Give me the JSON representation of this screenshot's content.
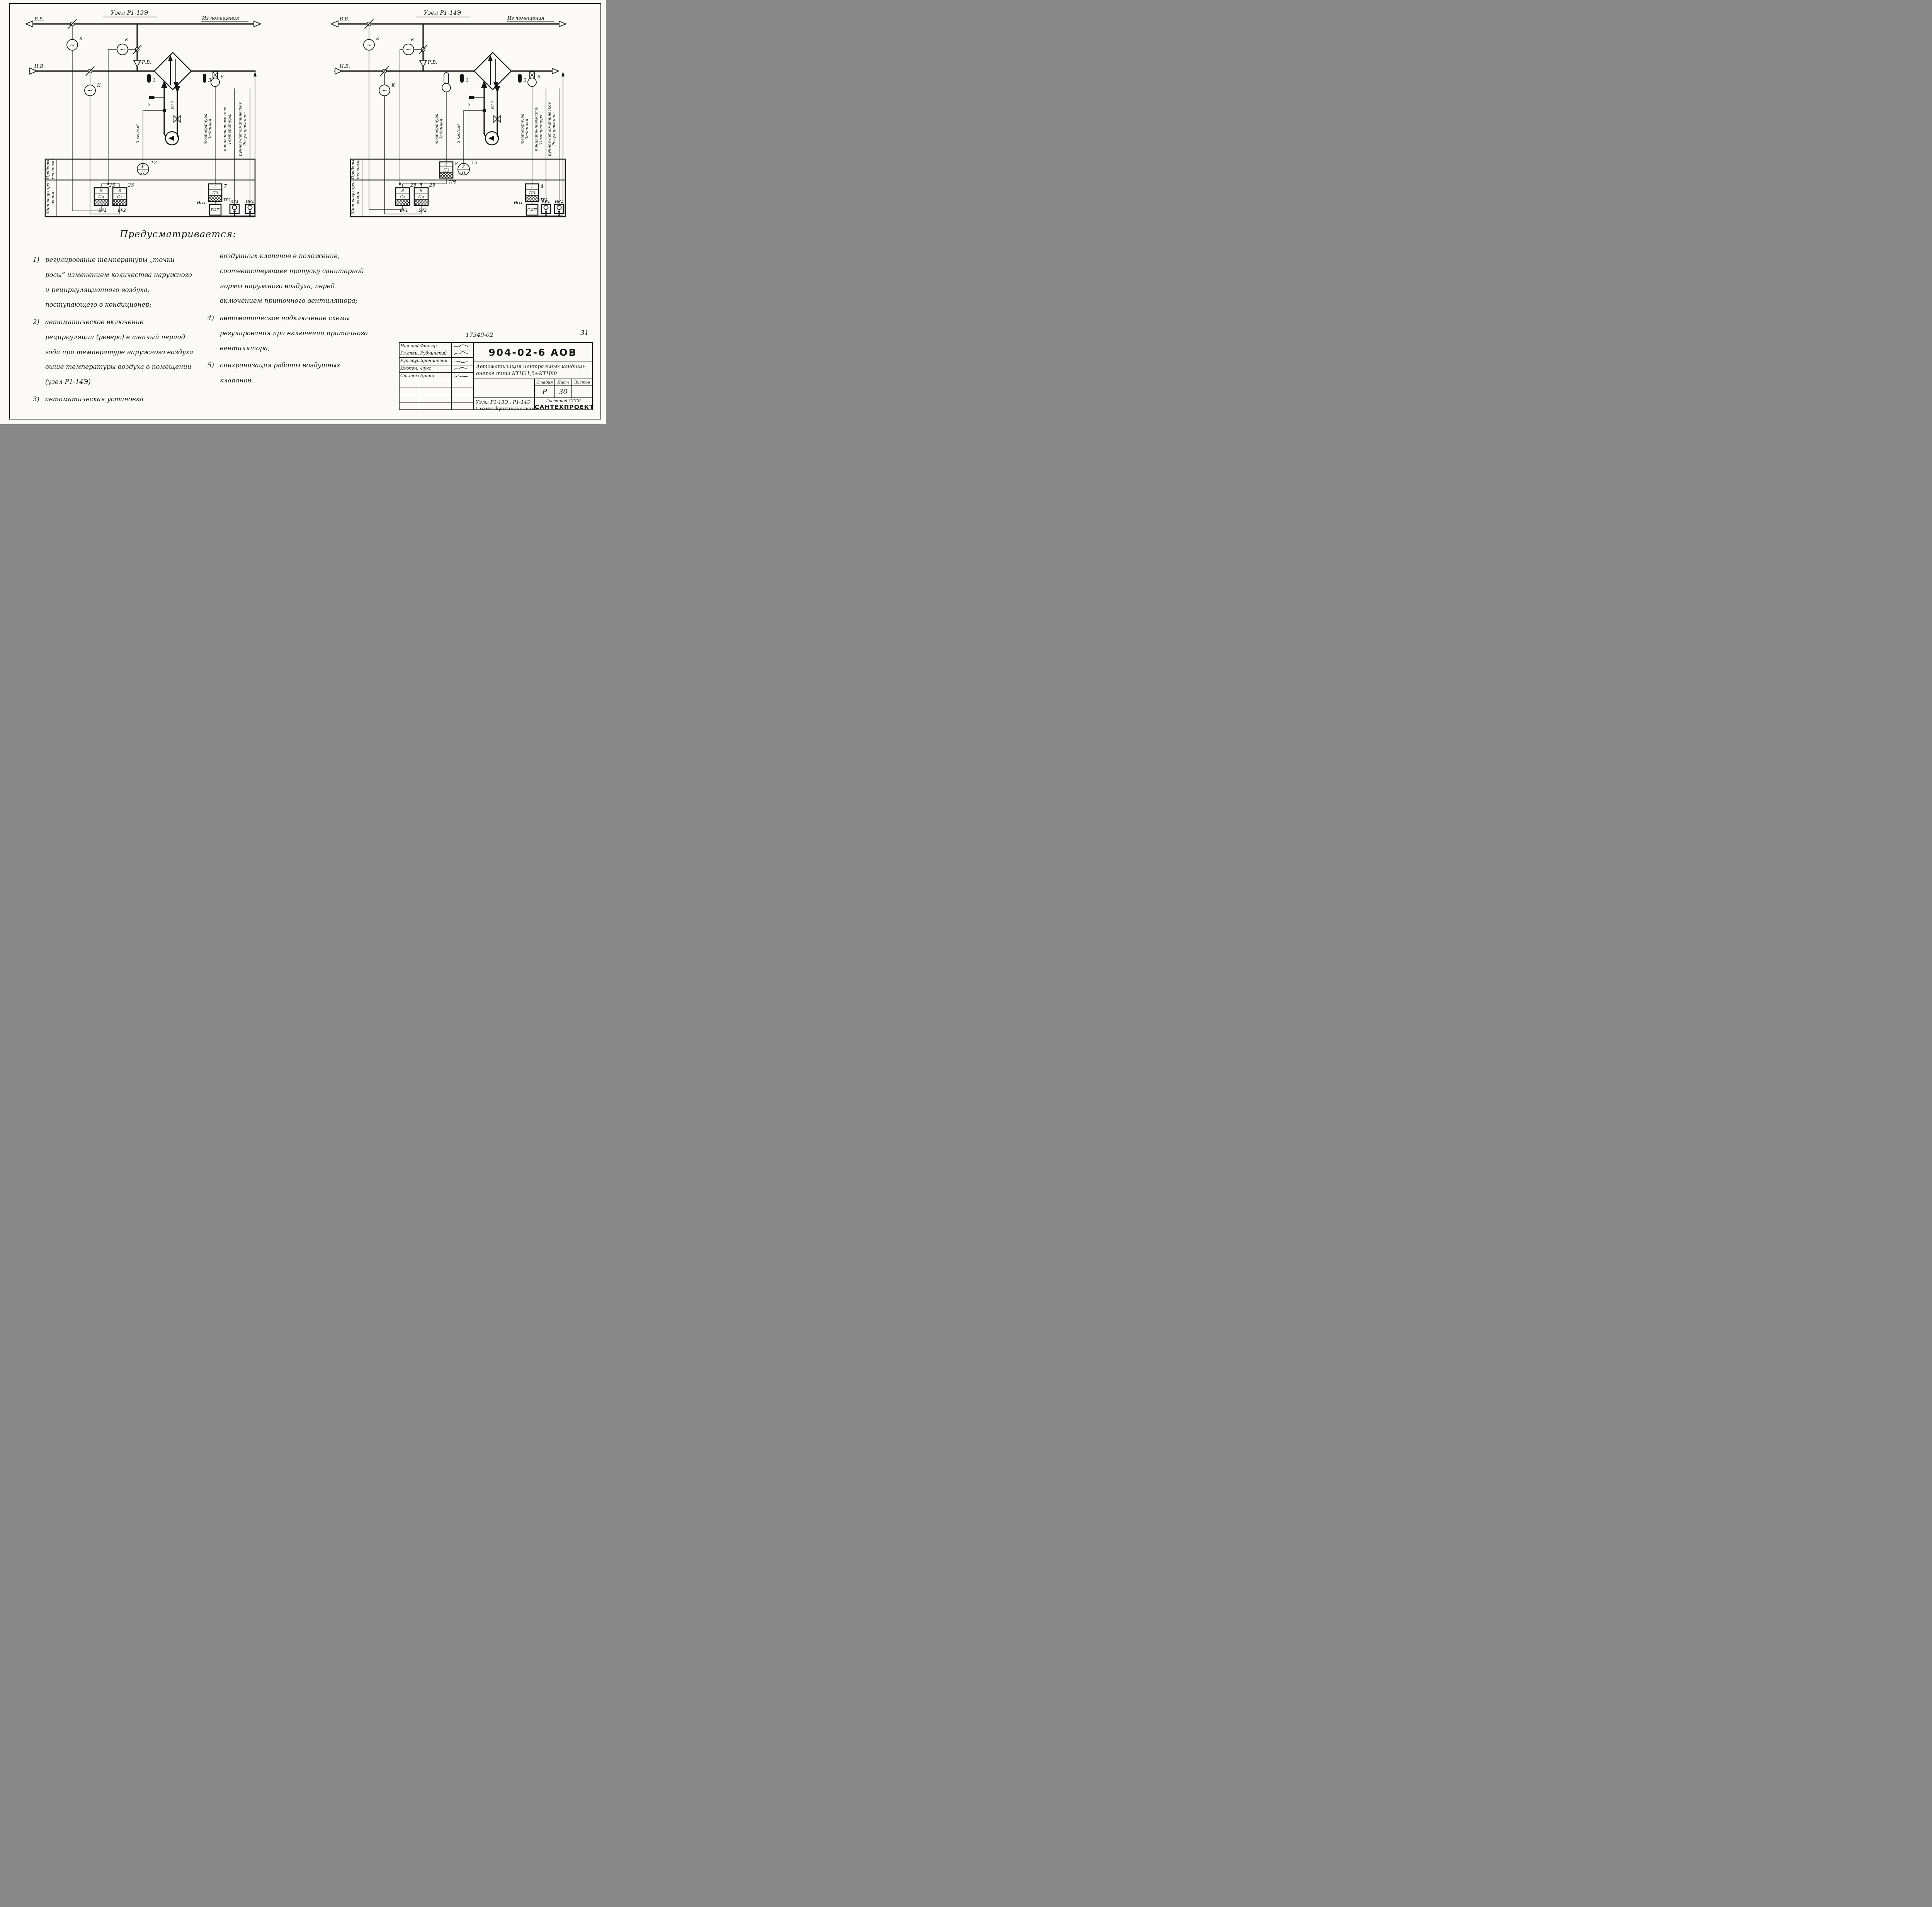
{
  "sheet": {
    "doc_number": "17349-02",
    "page_number": "31"
  },
  "flows": {
    "vv": "В.В.",
    "nv": "Н.В.",
    "from_room": "Из помещения",
    "rv": "Р.В.",
    "k": "К"
  },
  "devices": {
    "s": "S",
    "sl": "Сл",
    "t": "t",
    "pz": "ПЗ",
    "r": "Р",
    "p": "П",
    "v12": "В12",
    "pressure": "3 кгс/см²"
  },
  "rows": {
    "local_1": "Приборы",
    "local_2": "местные",
    "panel_1": "Щит регулиро-",
    "panel_2": "вания"
  },
  "signals": {
    "set_temp_1": "Заданная",
    "set_temp_2": "температура",
    "temp_1": "Температура:",
    "temp_2": "понизить-повысить",
    "reg_1": "Регулирование:",
    "reg_2": "ручное-автоматическое"
  },
  "left": {
    "title": "Узел Р1-13Э",
    "n2": "2",
    "n3a": "3",
    "n3b": "3",
    "n6": "6",
    "n7": "7",
    "n12": "12",
    "n25a": "25",
    "n25b": "25",
    "br1": "БР1",
    "br2": "БР2",
    "tr1": "ТР1",
    "ip1": "ИП1",
    "gip": "ГИП",
    "kr1": "КР1",
    "ir1": "ИР1"
  },
  "right": {
    "title": "Узел Р1-14Э",
    "n2": "2",
    "n3a": "3",
    "n3b": "3",
    "n6": "6",
    "n8": "8",
    "n4": "4",
    "n12": "12",
    "n25a": "25",
    "n25b": "25",
    "br1": "БР1",
    "br2": "БР2",
    "tr1": "ТР1",
    "tr5": "ТР5",
    "ip1": "ИП1",
    "sip": "СИП",
    "kr1": "КР1",
    "ir1": "ИР1"
  },
  "notes": {
    "heading": "Предусматривается:",
    "items_left": [
      {
        "num": "1)",
        "text": "регулирование температуры „точки росы” изменением количества наружного и рециркуляционного воздуха, поступающего в кондиционер;"
      },
      {
        "num": "2)",
        "text": "автоматическое включение рециркуляции (реверс) в теплый период года при температуре наружного воздуха выше температуры воздуха в помещении (узел Р1-14Э)"
      },
      {
        "num": "3)",
        "text": "автоматическая установка"
      }
    ],
    "items_right": [
      {
        "num": "",
        "text": "воздушных клапанов в положение, соответствующее пропуску санитарной нормы наружного воздуха, перед включением приточного вентилятора;"
      },
      {
        "num": "4)",
        "text": "автоматическое подключение схемы регулирования при включении приточного вентилятора;"
      },
      {
        "num": "5)",
        "text": "синхронизация работы воздушных клапанов."
      }
    ]
  },
  "title_block": {
    "code": "904-02-6  АОВ",
    "subject_1": "Автоматизация центральных кондици-",
    "subject_2": "онеров  типа  КТЦ31,5÷КТЦ80",
    "object_1": "Узлы Р1-13Э ; Р1-14Э",
    "object_2": "Схемы функциональные",
    "stage_label": "Стадия",
    "sheet_label": "Лист",
    "sheets_label": "Листов",
    "stage": "Р",
    "sheet": "30",
    "sheets": "",
    "org_top": "Госстрой  СССР",
    "org": "САНТЕХПРОЕКТ",
    "signers": [
      {
        "role": "Нач.отд",
        "name": "Фингер"
      },
      {
        "role": "Гл.спец.",
        "name": "Рубчинский"
      },
      {
        "role": "Рук.груп",
        "name": "Бронштейн"
      },
      {
        "role": "Инжен.",
        "name": "Фукс"
      },
      {
        "role": "Ст.техн",
        "name": "Ерина"
      }
    ]
  }
}
